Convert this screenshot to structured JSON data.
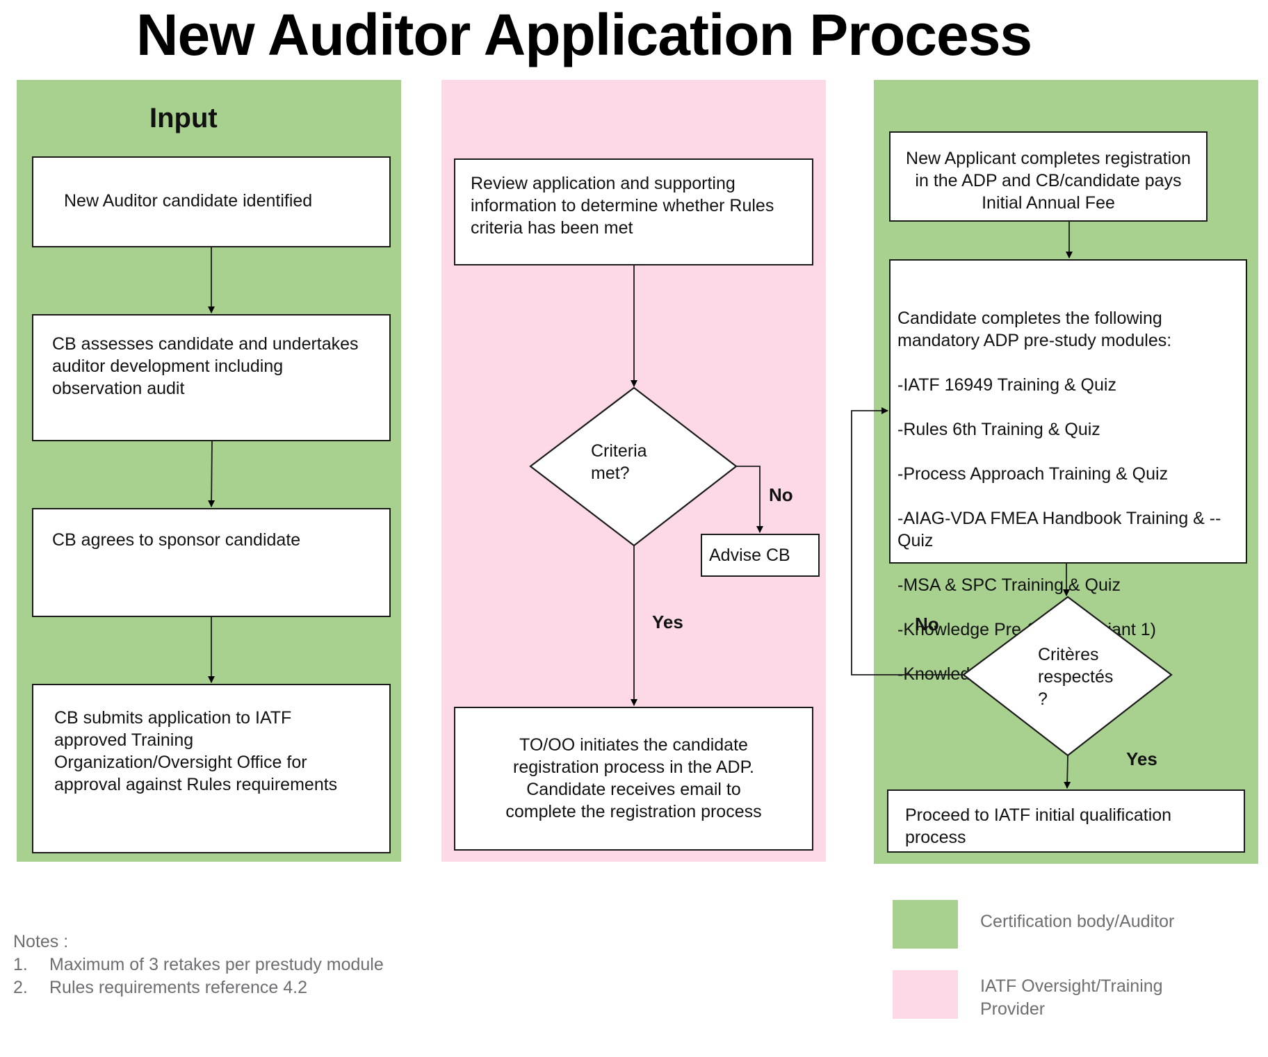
{
  "title": "New Auditor Application Process",
  "colors": {
    "cb_lane": "#a8d08f",
    "iatf_lane": "#fdd9e8",
    "box_fill": "#ffffff",
    "line": "#1a1a1a",
    "note_text": "#6e6e72"
  },
  "lanes": {
    "left": {
      "title": "Input",
      "steps": [
        "New Auditor candidate identified",
        "CB assesses candidate and undertakes\nauditor development including\nobservation audit",
        "CB agrees to sponsor candidate",
        "CB submits application to IATF\napproved Training\nOrganization/Oversight Office for\napproval against Rules requirements"
      ]
    },
    "middle": {
      "review": "Review application and supporting\ninformation to determine whether Rules\ncriteria has been met",
      "decision": "Criteria\nmet?",
      "no_label": "No",
      "advise": "Advise CB",
      "yes_label": "Yes",
      "registration": "TO/OO initiates the candidate\nregistration process in the ADP.\nCandidate receives email to\ncomplete the registration process"
    },
    "right": {
      "registration": "New Applicant completes registration\nin the ADP and CB/candidate pays\nInitial Annual Fee",
      "modules_intro": "Candidate completes the following\nmandatory ADP pre-study modules:",
      "modules": [
        "-IATF 16949 Training & Quiz",
        "-Rules 6th Training & Quiz",
        "-Process Approach Training & Quiz",
        "-AIAG-VDA FMEA Handbook Training & --\nQuiz",
        "-MSA & SPC Training & Quiz",
        "-Knowledge Pre-Study (Variant 1)",
        "-Knowledge Pre-Study (Variant 2)"
      ],
      "decision": "Critères\nrespectés\n?",
      "no_label": "No",
      "yes_label": "Yes",
      "final": "Proceed to IATF initial qualification\nprocess"
    }
  },
  "notes": {
    "heading": "Notes :",
    "items": [
      {
        "num": "1.",
        "text": "Maximum of 3 retakes per prestudy module"
      },
      {
        "num": "2.",
        "text": "Rules requirements reference 4.2"
      }
    ]
  },
  "legend": [
    {
      "label": "Certification body/Auditor",
      "color": "#a8d08f"
    },
    {
      "label": "IATF Oversight/Training\nProvider",
      "color": "#fdd9e8"
    }
  ]
}
